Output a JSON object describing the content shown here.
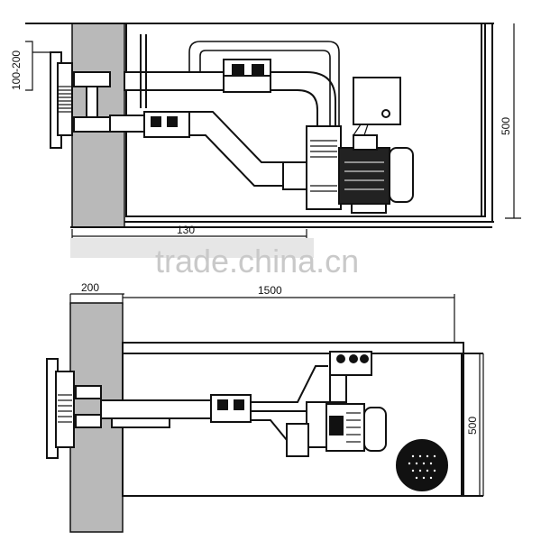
{
  "top_view": {
    "dimension_bracket": "100-200",
    "dimension_width": "130",
    "dimension_height": "500"
  },
  "bottom_view": {
    "dimension_wall": "200",
    "dimension_length": "1500",
    "dimension_height": "500"
  },
  "watermark": "trade.china.cn",
  "colors": {
    "line": "#111111",
    "wall": "#b9b9b9",
    "watermark": "#c9c9c9"
  }
}
